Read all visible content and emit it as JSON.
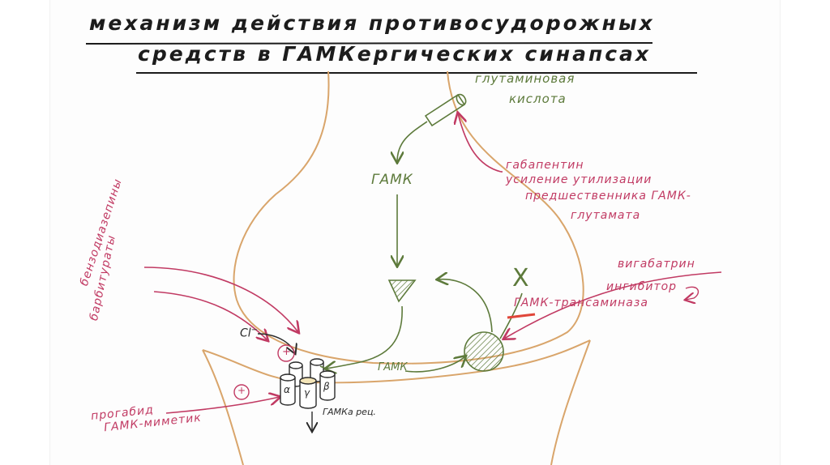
{
  "title": {
    "line1": "механизм действия противосудорожных",
    "line2": "средств    в   ГАМКергических   синапсах"
  },
  "labels": {
    "glutamic_acid_1": "глутаминовая",
    "glutamic_acid_2": "кислота",
    "gaba_top": "ГАМК",
    "gaba_bottom": "ГАМК",
    "cross": "X",
    "chloride": "Cl",
    "chloride_charge": "−",
    "plus": "+",
    "receptor_label": "ГАМКа рец.",
    "subunit_a": "α",
    "subunit_g": "γ",
    "subunit_b": "β"
  },
  "annotations": {
    "gabapentin": {
      "title": "габапентин",
      "line1": "усиление утилизации",
      "line2": "предшественника ГАМК-",
      "line3": "глутамата"
    },
    "vigabatrin": {
      "title": "вигабатрин",
      "line1": "ингибитор",
      "line2": "ГАМК-трансаминаза"
    },
    "benzodiazepines": "бензодиазепины",
    "barbiturates": "барбитураты",
    "progabide_1": "прогабид",
    "progabide_2": "ГАМК-миметик"
  },
  "colors": {
    "membrane": "#d9a56b",
    "arrow_green": "#5d7a3b",
    "annotation_pink": "#c13a63",
    "ink": "#2a2a2a",
    "inhibit_red": "#e0463a"
  }
}
